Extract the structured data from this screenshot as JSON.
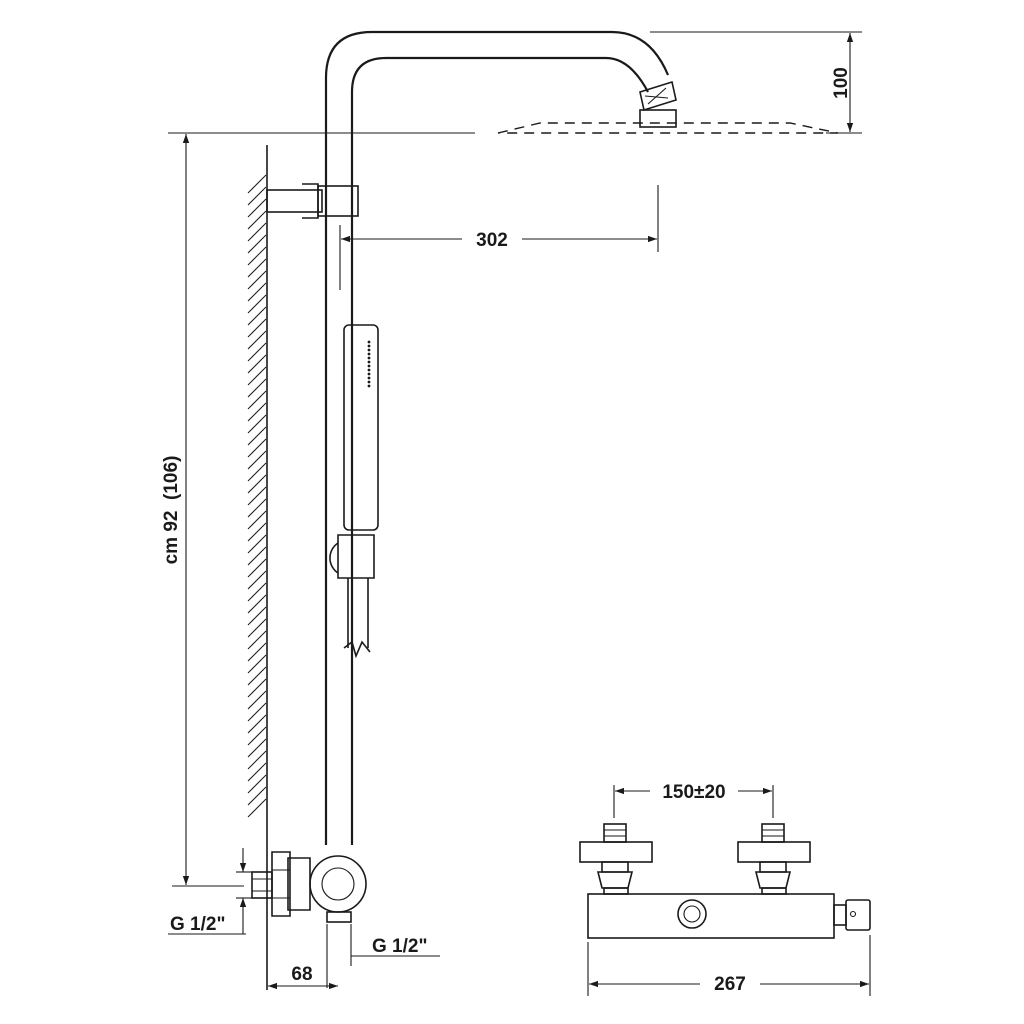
{
  "dimensions": {
    "shower_head_height": "100",
    "arm_reach": "302",
    "total_height": "cm 92  (106)",
    "inlet_left": "G 1/2\"",
    "inlet_right": "G 1/2\"",
    "wall_offset": "68",
    "inlet_spacing": "150±20",
    "mixer_width": "267"
  },
  "colors": {
    "line": "#1a1a1a",
    "background": "#ffffff"
  }
}
